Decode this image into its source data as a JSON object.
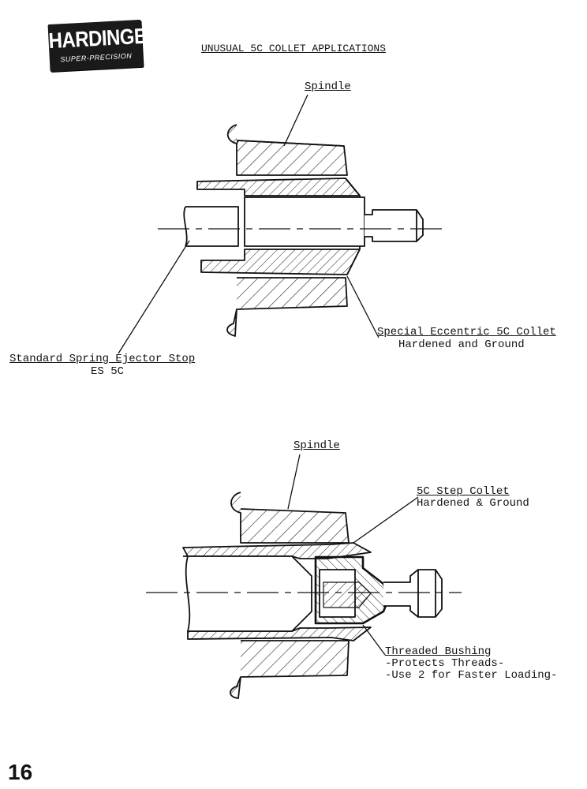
{
  "logo": {
    "main": "HARDINGE",
    "sub": "SUPER-PRECISION"
  },
  "title": "UNUSUAL 5C COLLET APPLICATIONS",
  "diagram1": {
    "spindle_label": "Spindle",
    "collet_label": "Special Eccentric 5C Collet",
    "collet_sub": "Hardened and Ground",
    "stop_label": "Standard Spring Ejector Stop",
    "stop_sub": "ES 5C"
  },
  "diagram2": {
    "spindle_label": "Spindle",
    "collet_label": "5C Step Collet",
    "collet_sub": "Hardened & Ground",
    "bushing_label": "Threaded Bushing",
    "bushing_sub1": "-Protects Threads-",
    "bushing_sub2": "-Use 2 for Faster Loading-"
  },
  "page_number": "16"
}
